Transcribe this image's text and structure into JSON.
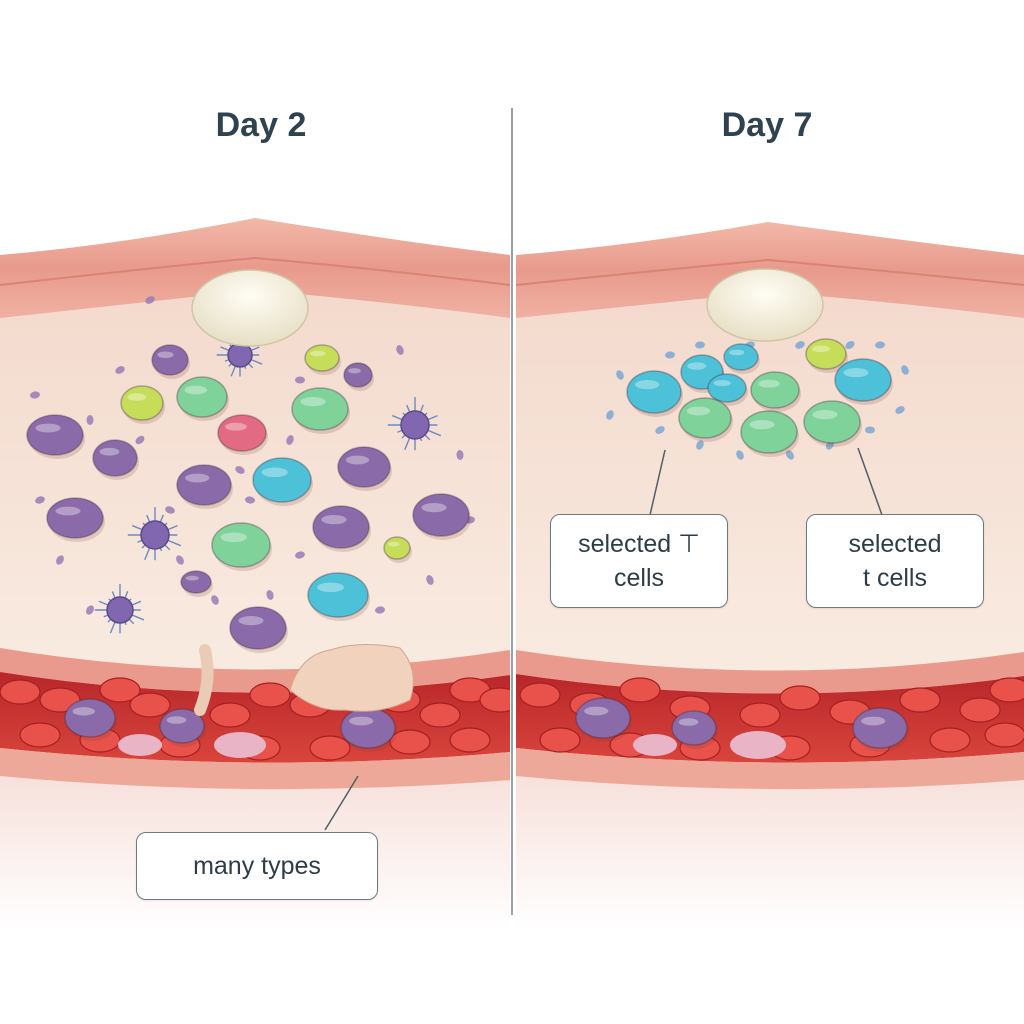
{
  "panels": [
    {
      "title": "Day 2"
    },
    {
      "title": "Day 7"
    }
  ],
  "callouts": {
    "many_types": "many types",
    "selected_left": [
      "selected ⊤",
      "cells"
    ],
    "selected_right": [
      "selected",
      "t cells"
    ]
  },
  "colors": {
    "tissue": "#f7e6da",
    "membrane": "#eba59a",
    "blood": "#c8312c",
    "purple_cell": "#8a6aa8",
    "green_cell": "#7fd39a",
    "cyan_cell": "#4cc1d8",
    "lime_cell": "#c6dd5a",
    "pink_cell": "#e26a83",
    "text": "#2f4250",
    "divider": "#9aa0a4"
  }
}
